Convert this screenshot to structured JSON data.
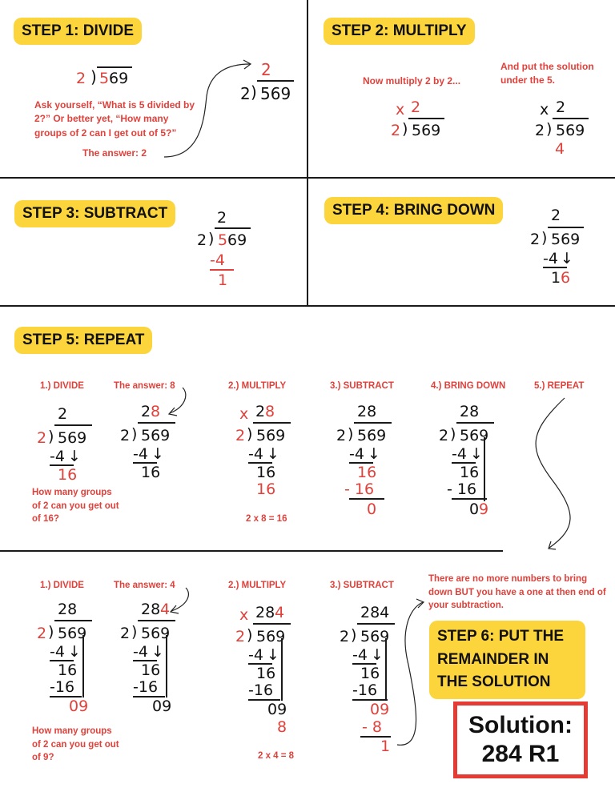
{
  "step1": {
    "title": "STEP 1: DIVIDE",
    "divisor": "2",
    "dividend_first": "5",
    "dividend_rest": "69",
    "quotient_big": "2",
    "big_divisor": "2",
    "big_dividend": "569",
    "question": "Ask yourself, “What is 5 divided by 2?” Or better yet, “How many groups of 2 can I get out of 5?”",
    "answer": "The answer: 2"
  },
  "step2": {
    "title": "STEP 2: MULTIPLY",
    "note_left": "Now multiply 2 by 2...",
    "note_right": "And put the solution under the 5.",
    "x": "x",
    "q": "2",
    "divisor": "2",
    "dividend": "569",
    "product": "4"
  },
  "step3": {
    "title": "STEP 3: SUBTRACT",
    "q": "2",
    "divisor": "2",
    "d1": "5",
    "d2": "69",
    "sub": "-4",
    "diff": "1"
  },
  "step4": {
    "title": "STEP 4: BRING DOWN",
    "q": "2",
    "divisor": "2",
    "dividend": "569",
    "sub": "-4",
    "r1": "1",
    "r2": "6"
  },
  "step5": {
    "title": "STEP 5: REPEAT",
    "row1": {
      "labels": [
        "1.) DIVIDE",
        "The answer: 8",
        "2.) MULTIPLY",
        "3.) SUBTRACT",
        "4.) BRING DOWN",
        "5.) REPEAT"
      ],
      "question": "How many groups of 2 can you get out of 16?",
      "mult_note": "2 x 8 = 16"
    },
    "row2": {
      "labels": [
        "1.) DIVIDE",
        "The answer: 4",
        "2.) MULTIPLY",
        "3.) SUBTRACT"
      ],
      "question": "How many groups of 2 can you get out of 9?",
      "mult_note": "2 x 4 = 8",
      "no_more": "There are no more numbers to bring down BUT you have a one at then end of your subtraction."
    }
  },
  "math": {
    "divisor": "2",
    "dividend": "569",
    "q2": "2",
    "q8": "8",
    "q28": "28",
    "q4": "4",
    "q284": "284",
    "x": "x",
    "m4": "-4",
    "n16": "16",
    "m16": "- 16",
    "m16b": "-16",
    "z0": "0",
    "z09a": "0",
    "z09b": "9",
    "n09": "09",
    "n8": "8",
    "m8": "-  8",
    "n1": "1",
    "arrow": "↓"
  },
  "step6": {
    "title": "STEP 6: PUT THE REMAINDER IN THE SOLUTION",
    "solution_label": "Solution:",
    "solution_value": "284 R1"
  },
  "colors": {
    "accent_red": "#e0413b",
    "badge_yellow": "#fcd53d",
    "box_red": "#e43b35"
  }
}
